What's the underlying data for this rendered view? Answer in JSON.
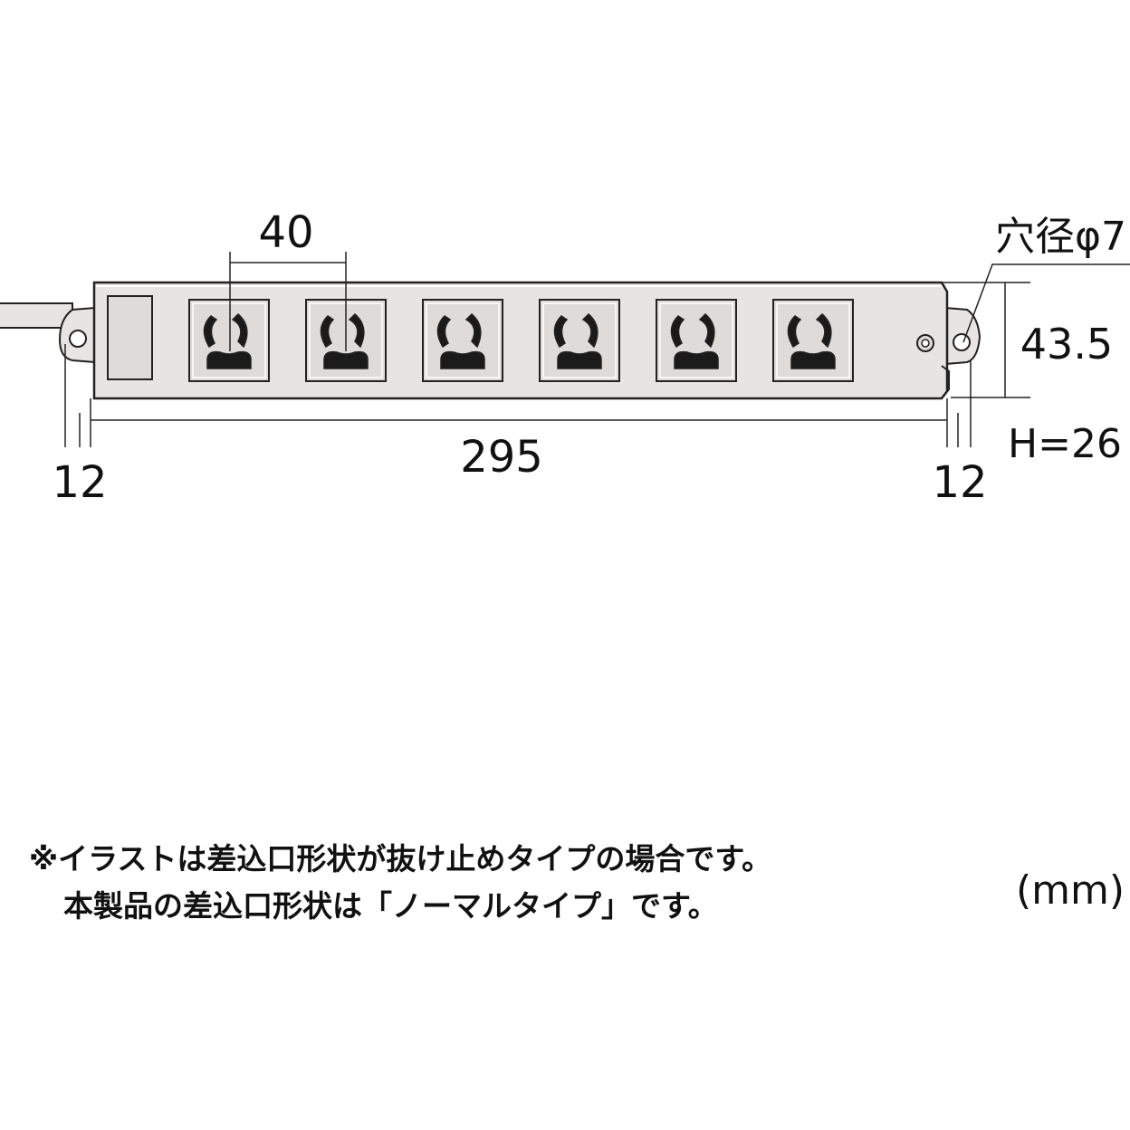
{
  "dimensions": {
    "outlet_pitch": "40",
    "hole_diameter": "穴径φ7",
    "body_width": "43.5",
    "height": "H=26",
    "total_length": "295",
    "left_tab": "12",
    "right_tab": "12"
  },
  "notes": {
    "line1": "※イラストは差込口形状が抜け止めタイプの場合です。",
    "line2": "本製品の差込口形状は「ノーマルタイプ」です。"
  },
  "unit": "(mm)",
  "colors": {
    "body_fill": "#e8e4e2",
    "outline": "#222222",
    "socket_fill": "#dedbd9",
    "slot_fill": "#1a1a1a"
  },
  "outlet_count": 6
}
